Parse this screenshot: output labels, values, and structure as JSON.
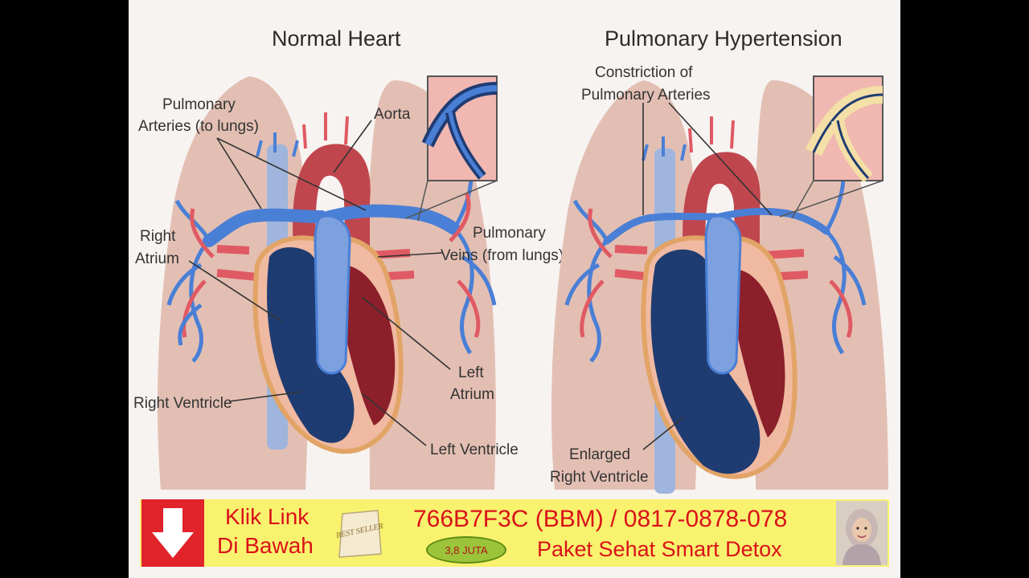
{
  "diagram": {
    "title_left": "Normal Heart",
    "title_right": "Pulmonary Hypertension",
    "labels_left": {
      "pulmonary_arteries_1": "Pulmonary",
      "pulmonary_arteries_2": "Arteries (to lungs)",
      "aorta": "Aorta",
      "right_atrium_1": "Right",
      "right_atrium_2": "Atrium",
      "pulmonary_veins_1": "Pulmonary",
      "pulmonary_veins_2": "Veins (from lungs)",
      "left_atrium_1": "Left",
      "left_atrium_2": "Atrium",
      "right_ventricle": "Right Ventricle",
      "left_ventricle": "Left Ventricle"
    },
    "labels_right": {
      "constriction_1": "Constriction of",
      "constriction_2": "Pulmonary Arteries",
      "enlarged_1": "Enlarged",
      "enlarged_2": "Right Ventricle"
    }
  },
  "banner": {
    "klik_line1": "Klik Link",
    "klik_line2": "Di Bawah",
    "best_seller": "BEST SELLER",
    "juta": "3,8 JUTA",
    "contact": "766B7F3C (BBM) / 0817-0878-078",
    "product": "Paket Sehat Smart Detox"
  },
  "colors": {
    "lung": "#e3bfb3",
    "artery_blue": "#4a7fd6",
    "vein_red": "#e05a63",
    "ventricle_dark": "#1f3c72",
    "banner_yellow": "#f8f26e",
    "banner_red": "#e1232a"
  }
}
